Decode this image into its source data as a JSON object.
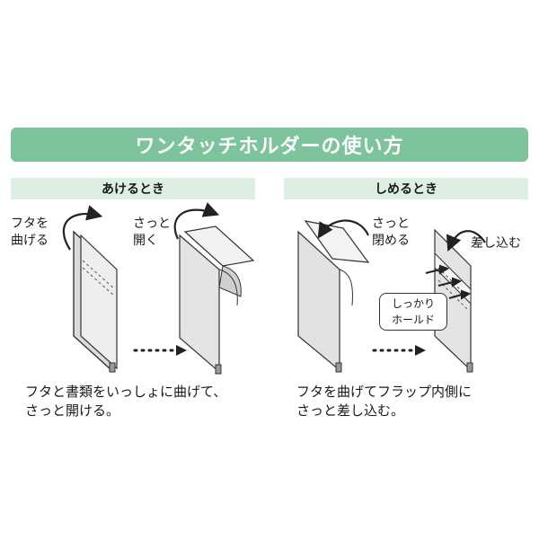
{
  "title": "ワンタッチホルダーの使い方",
  "open_section": {
    "header": "あけるとき",
    "step1_label": "フタを\n曲げる",
    "step2_label": "さっと\n開く",
    "caption": "フタと書類をいっしょに曲げて、\nさっと開ける。"
  },
  "close_section": {
    "header": "しめるとき",
    "step1_label": "さっと\n閉める",
    "step2_label": "差し込む",
    "hold_label": "しっかり\nホールド",
    "caption": "フタを曲げてフラップ内側に\nさっと差し込む。"
  },
  "colors": {
    "accent": "#7dc49c",
    "header_bg": "#dcefe2",
    "folder_fill": "#e9e9e9"
  }
}
